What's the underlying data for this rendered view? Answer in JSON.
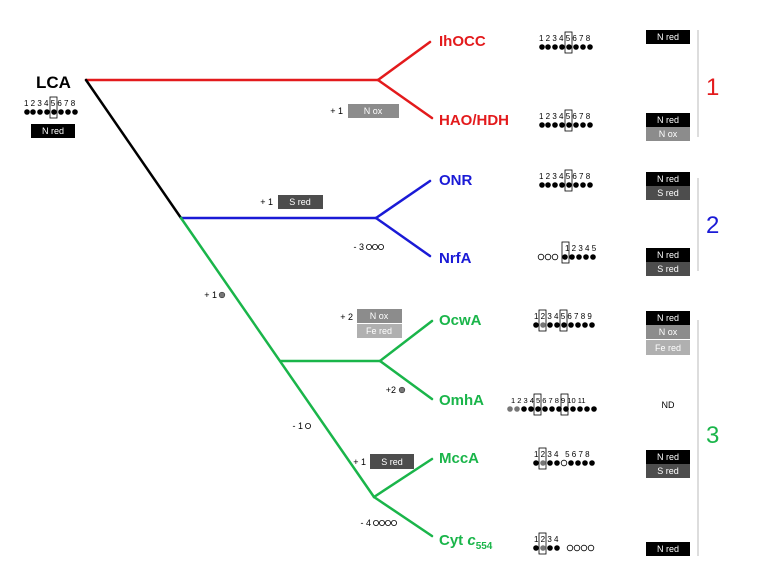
{
  "colors": {
    "root": "#000000",
    "group1": "#e31a1c",
    "group2": "#1a1ad6",
    "group3": "#1ab54a",
    "box_dark": "#000000",
    "box_mid": "#4d4d4d",
    "box_light": "#8c8c8c",
    "circle_grey": "#777777",
    "bracket": "#bbbbbb"
  },
  "root": {
    "label": "LCA",
    "sites": "1 2 3 4 5 6 7 8",
    "activity": "N red"
  },
  "taxa": [
    {
      "label": "IhOCC",
      "group": 1,
      "sites": "1 2 3 4 5 6 7 8",
      "activities": [
        "N red"
      ]
    },
    {
      "label": "HAO/HDH",
      "group": 1,
      "sites": "1 2 3 4 5 6 7 8",
      "activities": [
        "N red",
        "N ox"
      ]
    },
    {
      "label": "ONR",
      "group": 2,
      "sites": "1 2 3 4 5 6 7 8",
      "activities": [
        "N red",
        "S red"
      ]
    },
    {
      "label": "NrfA",
      "group": 2,
      "sites": "1 2 3 4 5",
      "activities": [
        "N red",
        "S red"
      ]
    },
    {
      "label": "OcwA",
      "group": 3,
      "sites": "1 2 3 4 5 6 7 8 9",
      "activities": [
        "N red",
        "N ox",
        "Fe red"
      ]
    },
    {
      "label": "OmhA",
      "group": 3,
      "sites": "1 2 3 4 5 6 7 8 9 10 11",
      "activities": [
        "ND"
      ]
    },
    {
      "label": "MccA",
      "group": 3,
      "sites": "1 2 3 4   5 6 7 8",
      "activities": [
        "N red",
        "S red"
      ]
    },
    {
      "label": "Cyt",
      "label_italic": "c",
      "label_sub": "554",
      "group": 3,
      "sites": "1 2 3 4",
      "activities": [
        "N red"
      ]
    }
  ],
  "events": {
    "hao_gain": {
      "count": "+ 1",
      "boxes": [
        "N ox"
      ]
    },
    "onr_gain": {
      "count": "+ 1",
      "boxes": [
        "S red"
      ]
    },
    "nrfa_loss": {
      "count": "- 3"
    },
    "green_gain": {
      "count": "+ 1"
    },
    "ocwa_gain": {
      "count": "+ 2",
      "boxes": [
        "N ox",
        "Fe red"
      ]
    },
    "omha_gain": {
      "count": "+2"
    },
    "green_loss": {
      "count": "- 1"
    },
    "mcca_gain": {
      "count": "+ 1",
      "boxes": [
        "S red"
      ]
    },
    "cyt_loss": {
      "count": "- 4"
    }
  },
  "groups": [
    {
      "label": "1"
    },
    {
      "label": "2"
    },
    {
      "label": "3"
    }
  ]
}
